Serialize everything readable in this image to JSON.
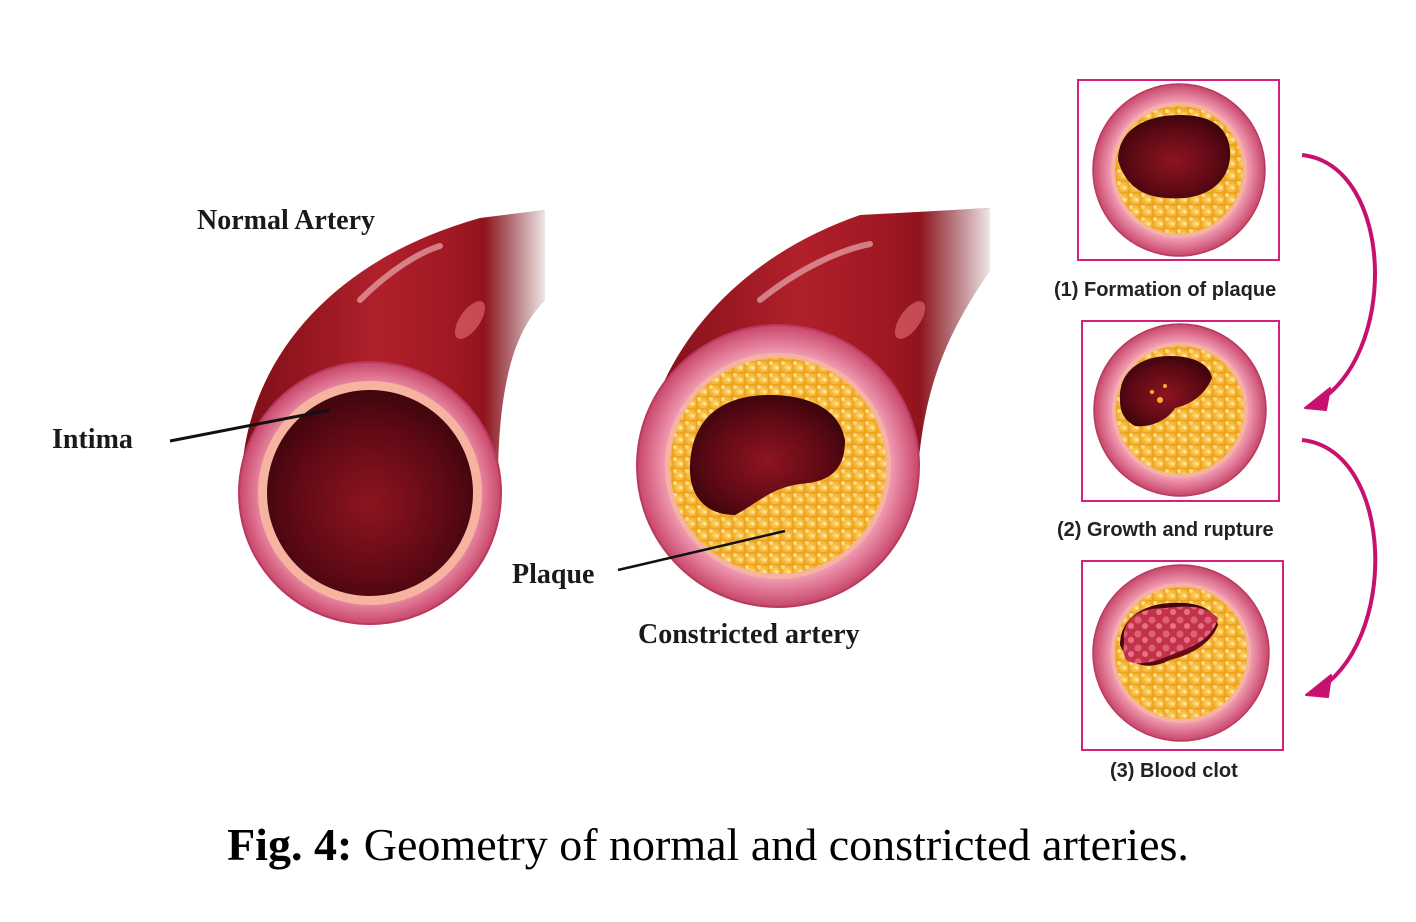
{
  "labels": {
    "normal_artery": "Normal Artery",
    "intima": "Intima",
    "plaque": "Plaque",
    "constricted_artery": "Constricted artery"
  },
  "stages": [
    {
      "label": "(1) Formation of plaque"
    },
    {
      "label": "(2) Growth and rupture"
    },
    {
      "label": "(3) Blood clot"
    }
  ],
  "caption": {
    "prefix": "Fig. 4:",
    "text": " Geometry of normal and constricted arteries."
  },
  "colors": {
    "vessel": "#9b1620",
    "vessel_highlight": "#c9303a",
    "wall_outer": "#d9587a",
    "wall_inner": "#ec8aa4",
    "lumen": "#5a0812",
    "plaque": "#f2b431",
    "clot": "#c9384a",
    "frame": "#d4207a",
    "arrow": "#c8106f"
  }
}
